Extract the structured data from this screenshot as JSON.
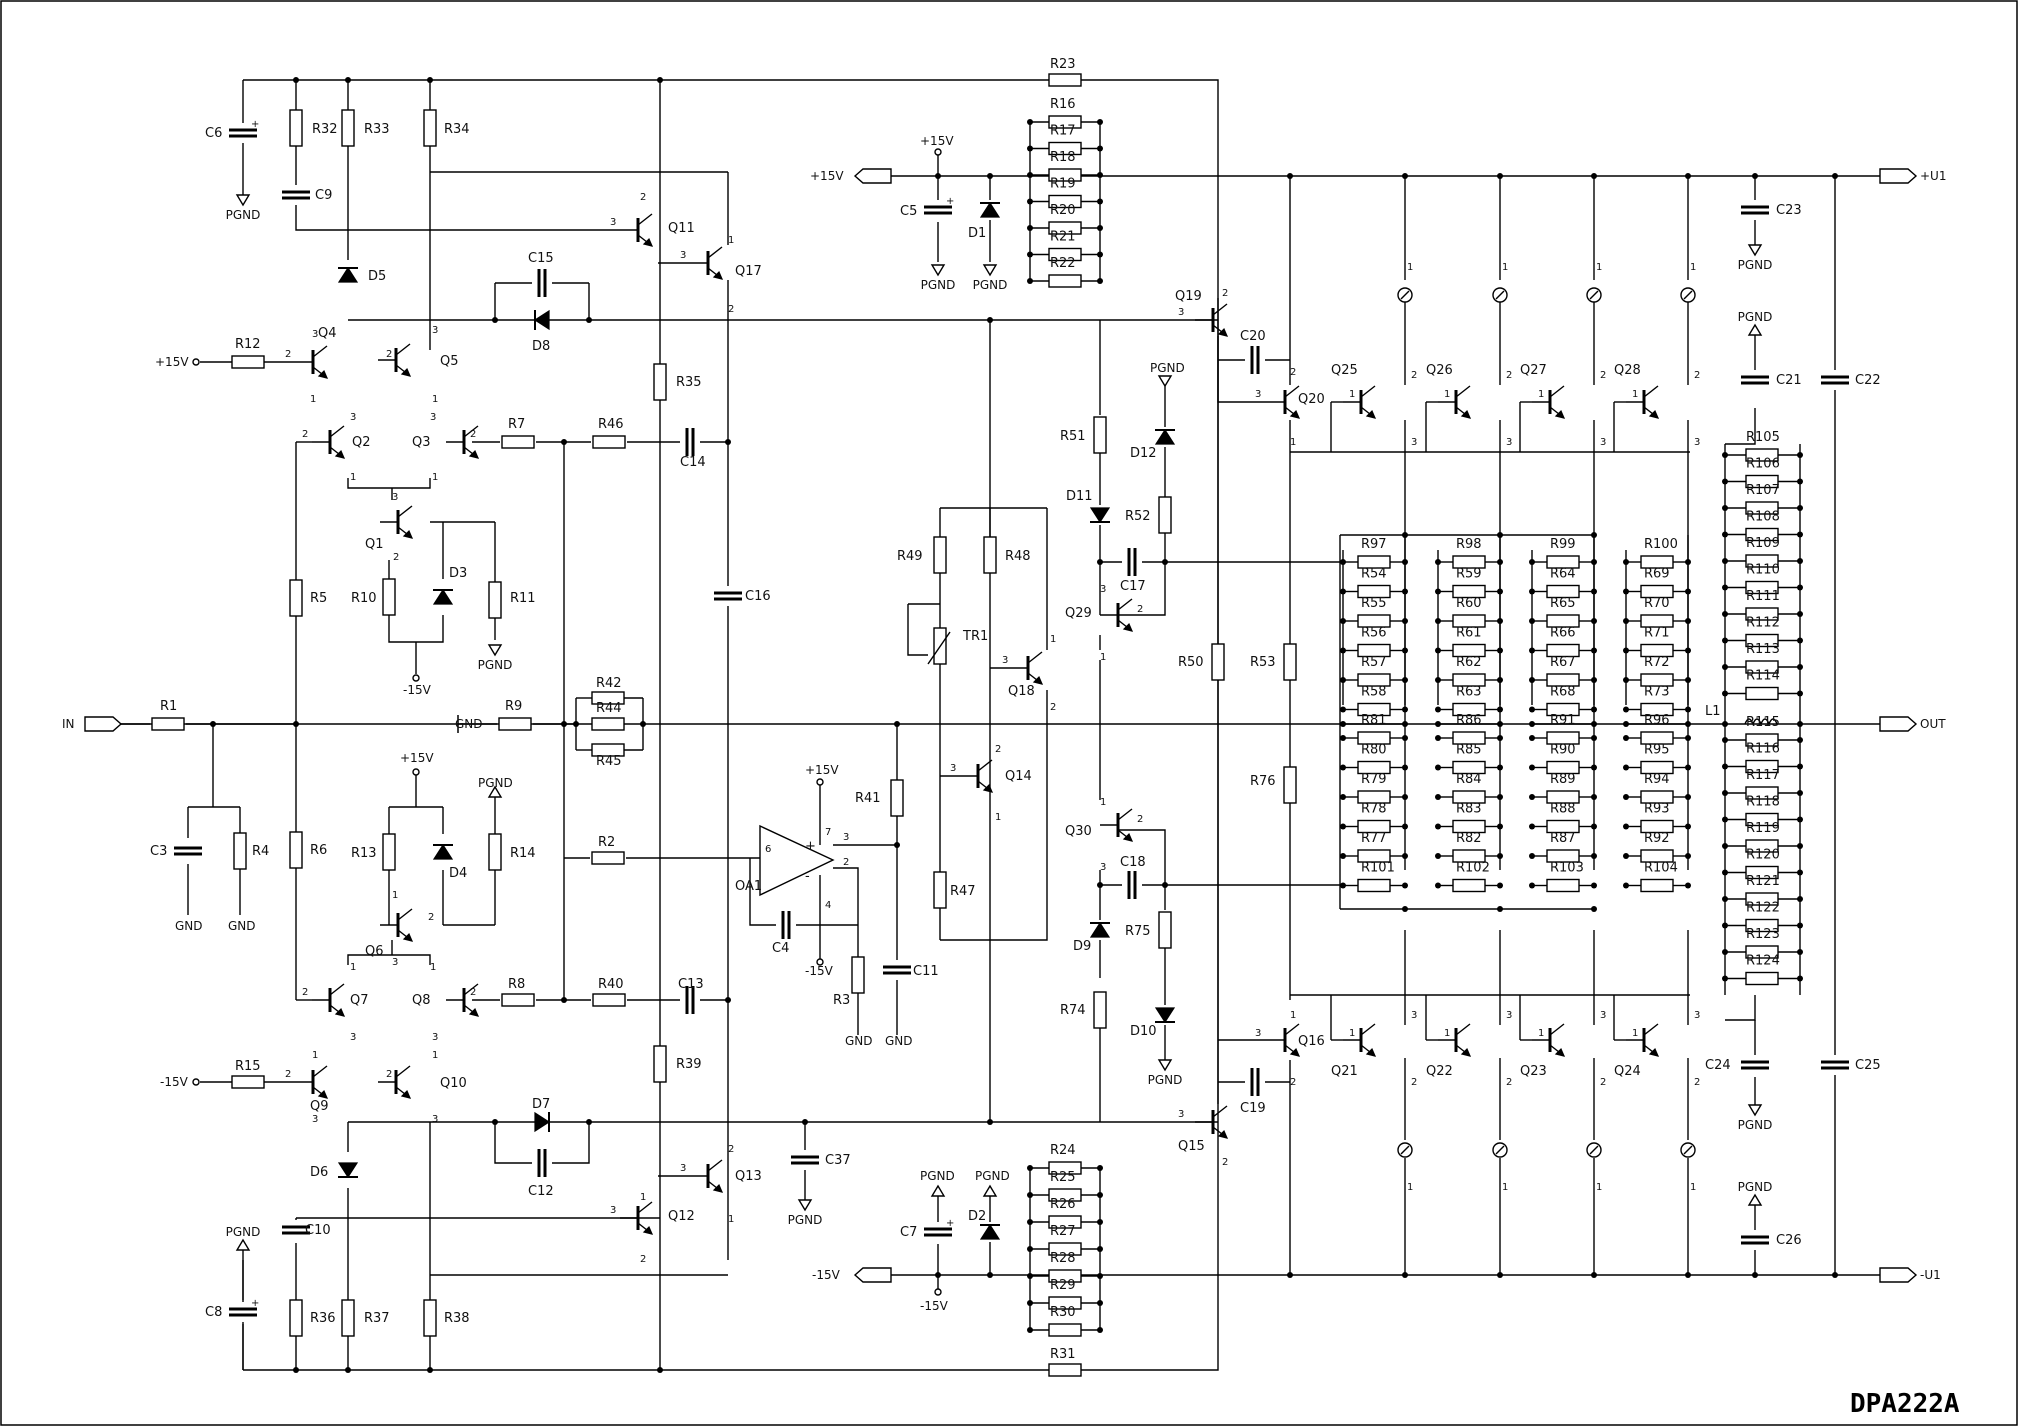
{
  "title": "DPA222A",
  "nets": {
    "in": "IN",
    "out": "OUT",
    "plus15v": "+15V",
    "minus15v": "-15V",
    "plus_u1": "+U1",
    "minus_u1": "-U1",
    "gnd": "GND",
    "pgnd": "PGND"
  },
  "resistors": [
    "R1",
    "R2",
    "R3",
    "R4",
    "R5",
    "R6",
    "R7",
    "R8",
    "R9",
    "R10",
    "R11",
    "R12",
    "R13",
    "R14",
    "R15",
    "R16",
    "R17",
    "R18",
    "R19",
    "R20",
    "R21",
    "R22",
    "R23",
    "R24",
    "R25",
    "R26",
    "R27",
    "R28",
    "R29",
    "R30",
    "R31",
    "R32",
    "R33",
    "R34",
    "R35",
    "R36",
    "R37",
    "R38",
    "R39",
    "R40",
    "R41",
    "R42",
    "R44",
    "R45",
    "R46",
    "R47",
    "R48",
    "R49",
    "R50",
    "R51",
    "R52",
    "R53",
    "R54",
    "R55",
    "R56",
    "R57",
    "R58",
    "R59",
    "R60",
    "R61",
    "R62",
    "R63",
    "R64",
    "R65",
    "R66",
    "R67",
    "R68",
    "R69",
    "R70",
    "R71",
    "R72",
    "R73",
    "R74",
    "R75",
    "R76",
    "R77",
    "R78",
    "R79",
    "R80",
    "R81",
    "R82",
    "R83",
    "R84",
    "R85",
    "R86",
    "R87",
    "R88",
    "R89",
    "R90",
    "R91",
    "R92",
    "R93",
    "R94",
    "R95",
    "R96",
    "R97",
    "R98",
    "R99",
    "R100",
    "R101",
    "R102",
    "R103",
    "R104",
    "R105",
    "R106",
    "R107",
    "R108",
    "R109",
    "R110",
    "R111",
    "R112",
    "R113",
    "R114",
    "R115",
    "R116",
    "R117",
    "R118",
    "R119",
    "R120",
    "R121",
    "R122",
    "R123",
    "R124"
  ],
  "capacitors": [
    "C3",
    "C4",
    "C5",
    "C6",
    "C7",
    "C8",
    "C9",
    "C10",
    "C11",
    "C12",
    "C13",
    "C14",
    "C15",
    "C16",
    "C17",
    "C18",
    "C19",
    "C20",
    "C21",
    "C22",
    "C23",
    "C24",
    "C25",
    "C26",
    "C37"
  ],
  "transistors": [
    "Q1",
    "Q2",
    "Q3",
    "Q4",
    "Q5",
    "Q6",
    "Q7",
    "Q8",
    "Q9",
    "Q10",
    "Q11",
    "Q12",
    "Q13",
    "Q14",
    "Q15",
    "Q16",
    "Q17",
    "Q18",
    "Q19",
    "Q20",
    "Q21",
    "Q22",
    "Q23",
    "Q24",
    "Q25",
    "Q26",
    "Q27",
    "Q28",
    "Q29",
    "Q30"
  ],
  "diodes": [
    "D1",
    "D2",
    "D3",
    "D4",
    "D5",
    "D6",
    "D7",
    "D8",
    "D9",
    "D10",
    "D11",
    "D12"
  ],
  "other_parts": [
    "OA1",
    "TR1",
    "L1"
  ]
}
